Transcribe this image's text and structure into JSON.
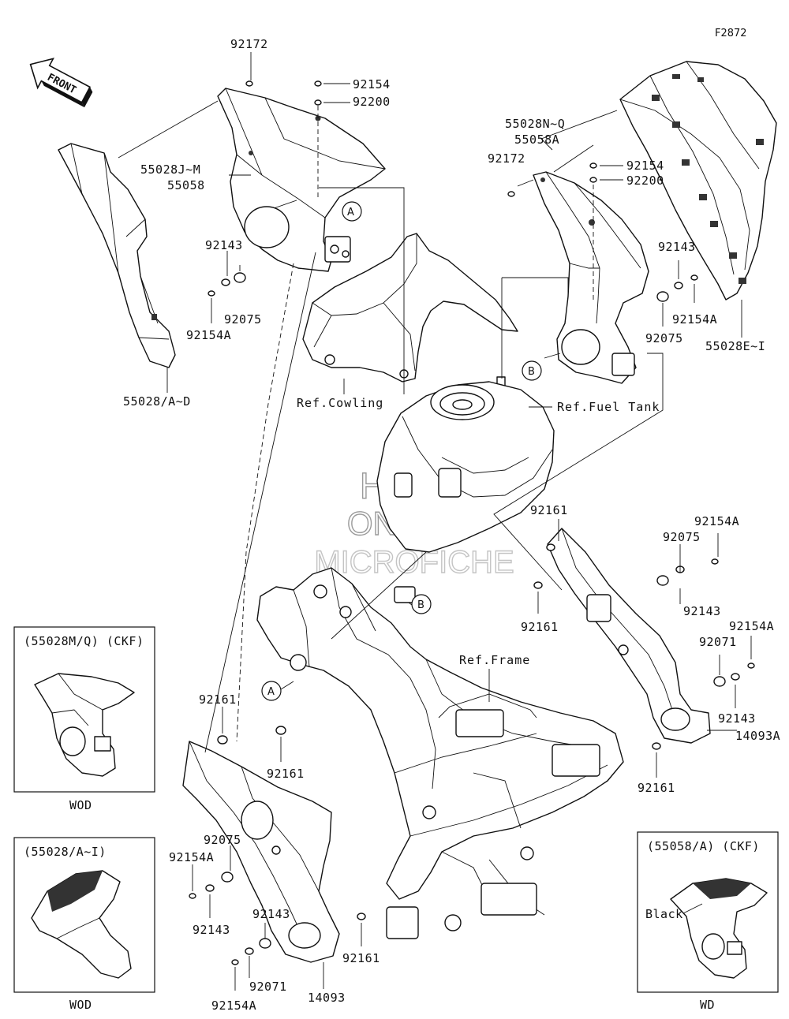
{
  "figure_code": "F2872",
  "front_arrow": "FRONT",
  "watermark": {
    "line1": "HSM",
    "line2": "ONLINE",
    "line3": "MICROFICHE"
  },
  "part_numbers": {
    "p92172_left": "92172",
    "p92154_top": "92154",
    "p92200_top": "92200",
    "p55028JM": "55028J~M",
    "p55058": "55058",
    "p92143_upleft": "92143",
    "p92075_upleft": "92075",
    "p92154A_upleft": "92154A",
    "p55028AD": "55028/A~D",
    "p55028NQ": "55028N~Q",
    "p55058A": "55058A",
    "p92172_right": "92172",
    "p92154_right": "92154",
    "p92200_right": "92200",
    "p92143_upright": "92143",
    "p92154A_upright": "92154A",
    "p92075_upright": "92075",
    "p55028EI": "55028E~I",
    "p92161_rtop": "92161",
    "p92154A_rmid": "92154A",
    "p92075_rmid": "92075",
    "p92143_rmid": "92143",
    "p92161_rmid": "92161",
    "p92154A_rlow": "92154A",
    "p92071_r": "92071",
    "p92143_rlow": "92143",
    "p14093A": "14093A",
    "p92161_rbot": "92161",
    "p92161_left": "92161",
    "p92161_leftb": "92161",
    "p92075_low": "92075",
    "p92154A_low": "92154A",
    "p92143_low": "92143",
    "p92143_low2": "92143",
    "p92071_low": "92071",
    "p92154A_lowb": "92154A",
    "p14093": "14093",
    "p92161_low": "92161"
  },
  "references": {
    "cowling": "Ref.Cowling",
    "fuel_tank": "Ref.Fuel Tank",
    "frame": "Ref.Frame"
  },
  "callouts": {
    "a": "A",
    "b": "B"
  },
  "insets": [
    {
      "title": "(55028M/Q) (CKF)",
      "caption": "WOD"
    },
    {
      "title": "(55028/A~I)",
      "caption": "WOD"
    },
    {
      "title": "(55058/A)  (CKF)",
      "caption": "WD",
      "note": "Black"
    }
  ]
}
